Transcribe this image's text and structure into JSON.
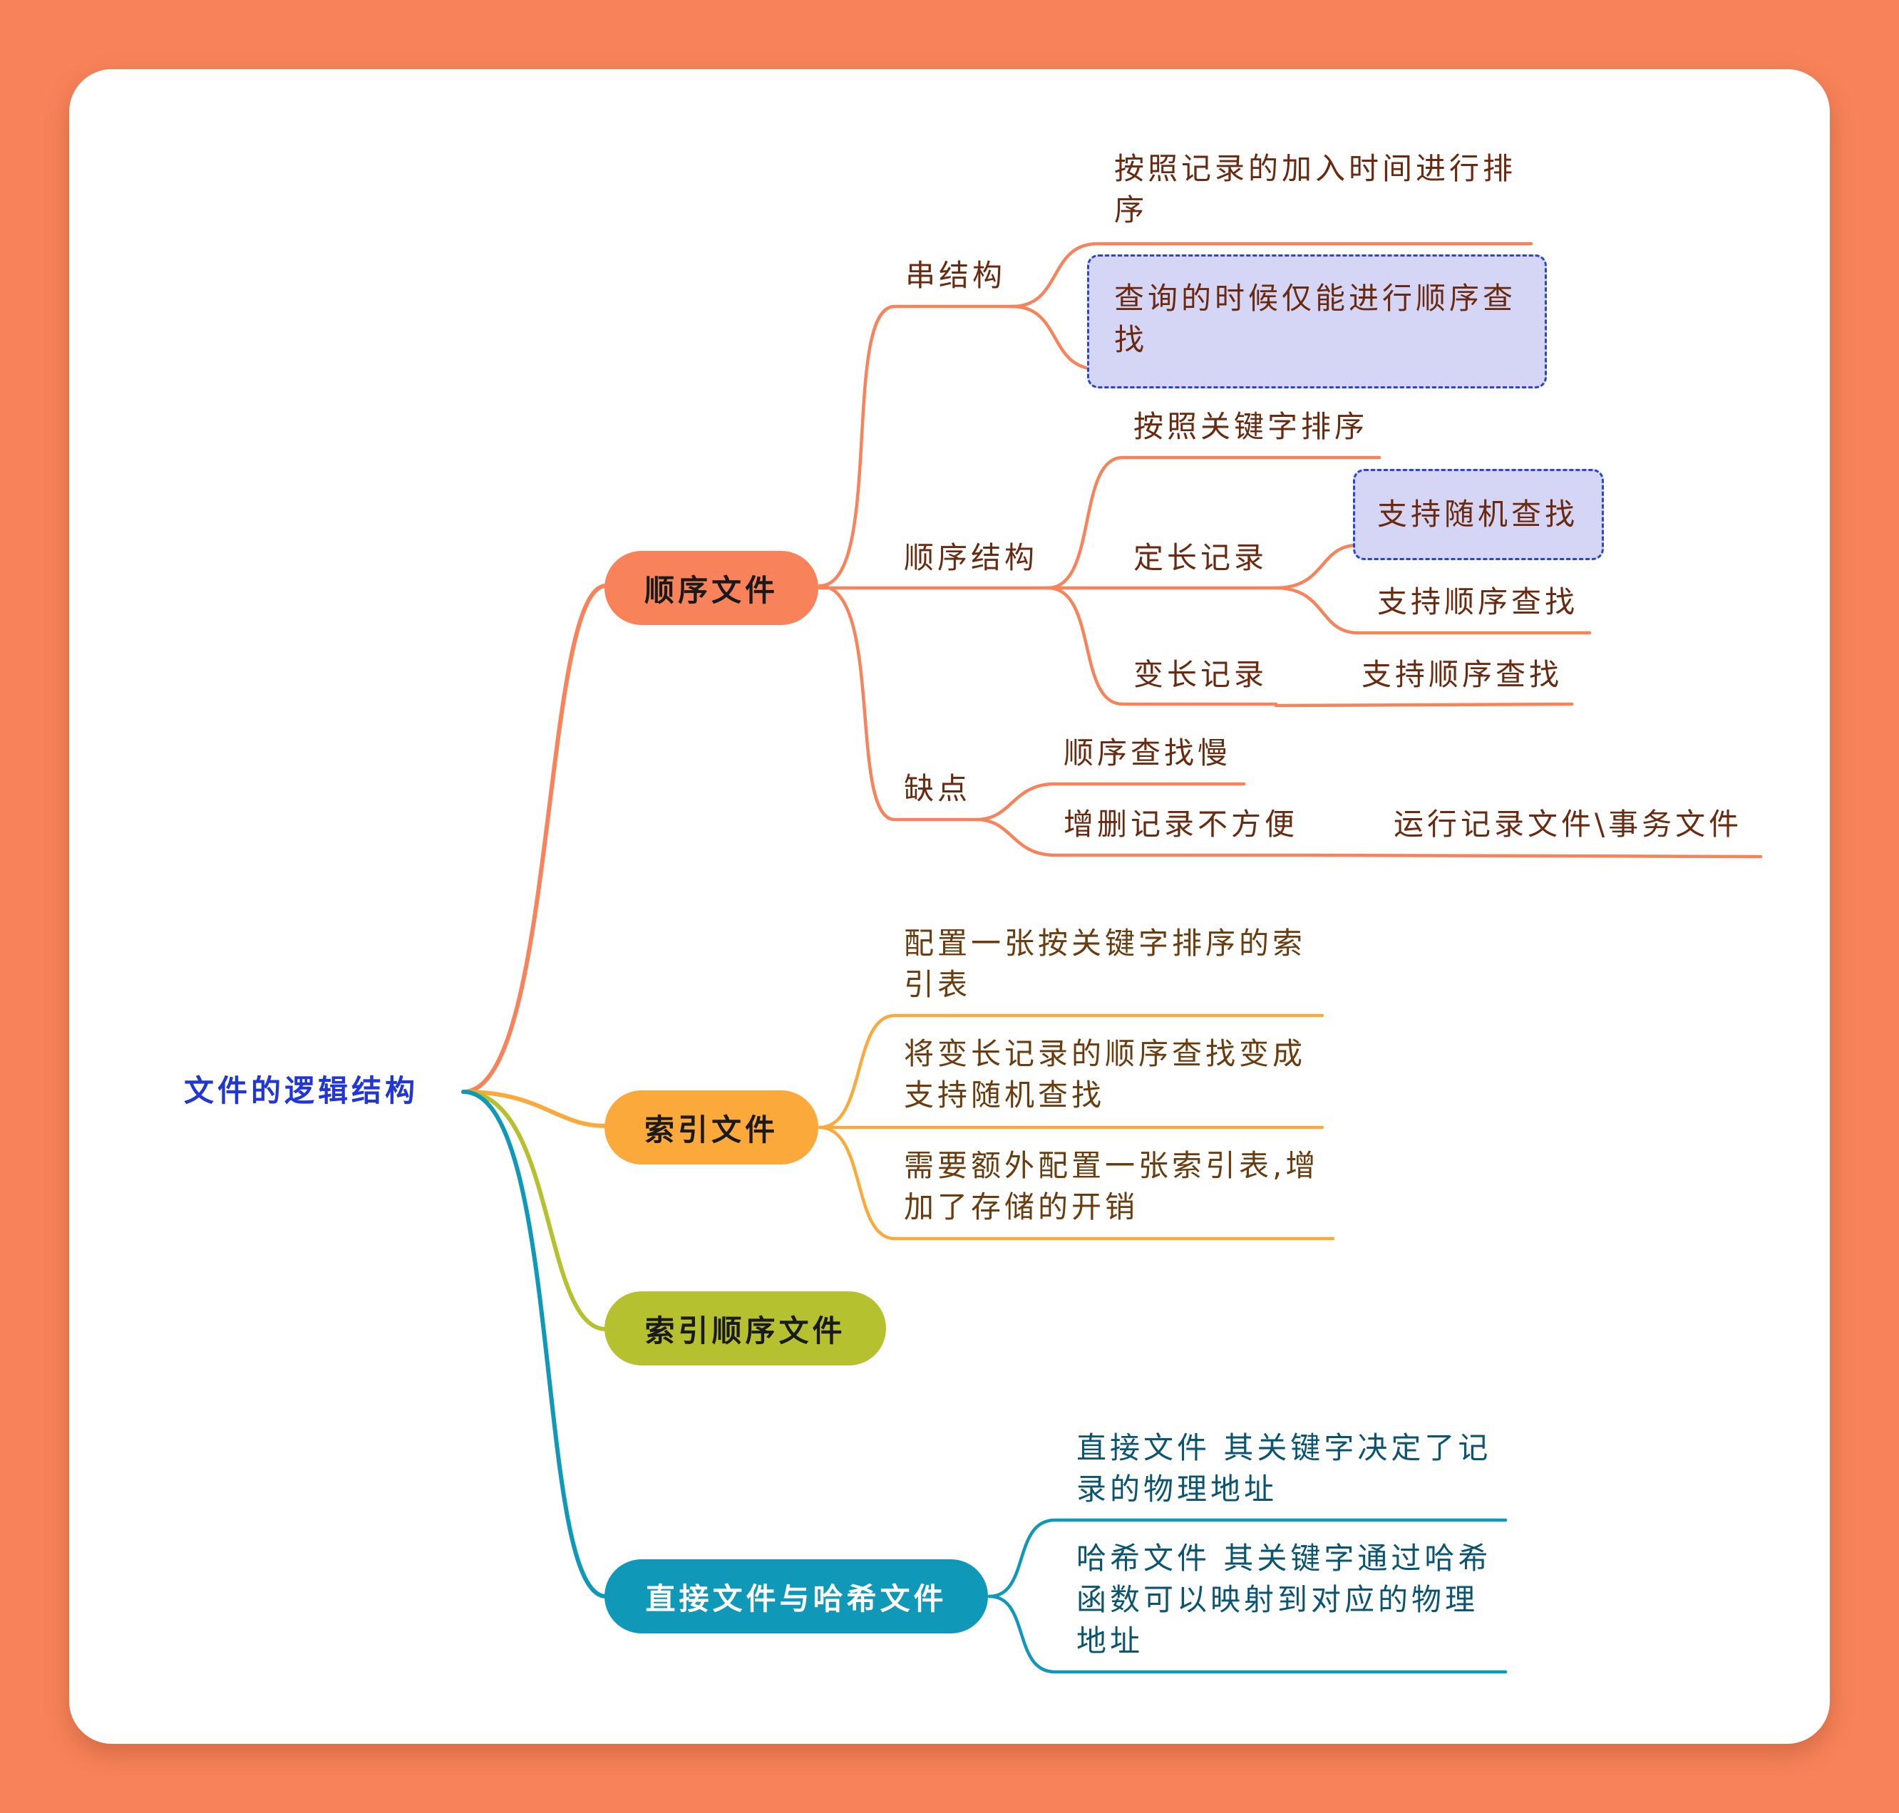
{
  "root": {
    "label": "文件的逻辑结构",
    "color": "#2136D8"
  },
  "branches": [
    {
      "label": "顺序文件",
      "color": "#F8835A",
      "children": [
        {
          "label": "串结构",
          "children": [
            {
              "label": "按照记录的加入时间进行排序"
            },
            {
              "label": "查询的时候仅能进行顺序查找",
              "highlighted": true
            }
          ]
        },
        {
          "label": "顺序结构",
          "children": [
            {
              "label": "按照关键字排序"
            },
            {
              "label": "定长记录",
              "children": [
                {
                  "label": "支持随机查找",
                  "highlighted": true
                },
                {
                  "label": "支持顺序查找"
                }
              ]
            },
            {
              "label": "变长记录",
              "children": [
                {
                  "label": "支持顺序查找"
                }
              ]
            }
          ]
        },
        {
          "label": "缺点",
          "children": [
            {
              "label": "顺序查找慢"
            },
            {
              "label": "增删记录不方便",
              "children": [
                {
                  "label": "运行记录文件\\事务文件"
                }
              ]
            }
          ]
        }
      ]
    },
    {
      "label": "索引文件",
      "color": "#FBA93B",
      "children": [
        {
          "label": "配置一张按关键字排序的索引表"
        },
        {
          "label": "将变长记录的顺序查找变成支持随机查找"
        },
        {
          "label": "需要额外配置一张索引表,增加了存储的开销"
        }
      ]
    },
    {
      "label": "索引顺序文件",
      "color": "#B5C12E",
      "children": []
    },
    {
      "label": "直接文件与哈希文件",
      "color": "#0F98B7",
      "children": [
        {
          "label": "直接文件 其关键字决定了记录的物理地址"
        },
        {
          "label": "哈希文件 其关键字通过哈希函数可以映射到对应的物理地址"
        }
      ]
    }
  ],
  "highlight_color": "#D5D6F5"
}
